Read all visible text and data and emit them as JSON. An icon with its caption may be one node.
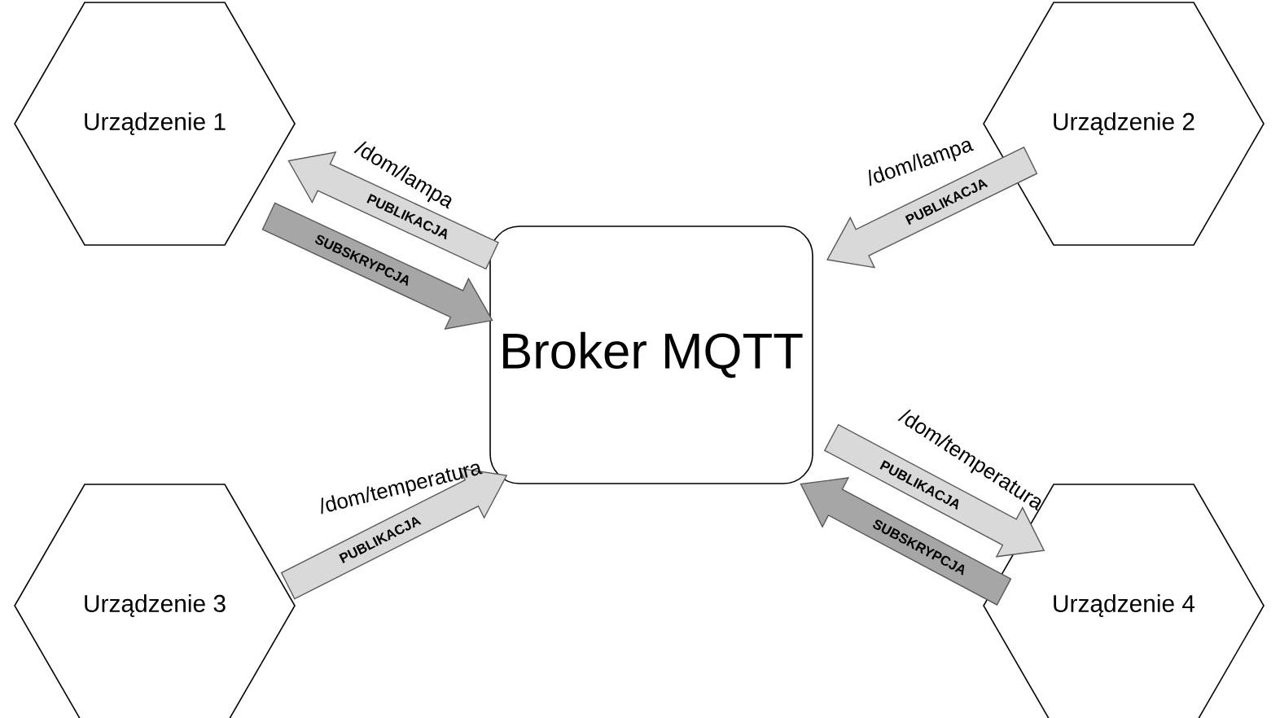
{
  "diagram": {
    "nodes": [
      {
        "text": [
          "Urządzenie 1"
        ]
      },
      {
        "text": [
          "Urządzenie 2"
        ]
      },
      {
        "text": [
          "Broker MQTT"
        ]
      },
      {
        "text": [
          "Urządzenie 3"
        ]
      },
      {
        "text": [
          "Urządzenie 4"
        ]
      }
    ],
    "edges": [
      {
        "from": 2,
        "to": 0,
        "arrow": "to",
        "label": "PUBLIKACJA"
      },
      {
        "from": 0,
        "to": 2,
        "arrow": "to",
        "label": "SUBSKRYPCJA",
        "color": "#a6a6a6"
      },
      {
        "from": 1,
        "to": 2,
        "arrow": "to",
        "label": "PUBLIKACJA"
      },
      {
        "from": 3,
        "to": 2,
        "arrow": "to",
        "label": "PUBLIKACJA"
      },
      {
        "from": 2,
        "to": 4,
        "arrow": "to",
        "label": "PUBLIKACJA"
      },
      {
        "from": 4,
        "to": 2,
        "arrow": "to",
        "label": "SUBSKRYPCJA",
        "color": "#a6a6a6"
      }
    ],
    "labels": [
      "/dom/lampa",
      "/dom/lampa",
      "/dom/temperatura",
      "/dom/temperatura"
    ]
  }
}
